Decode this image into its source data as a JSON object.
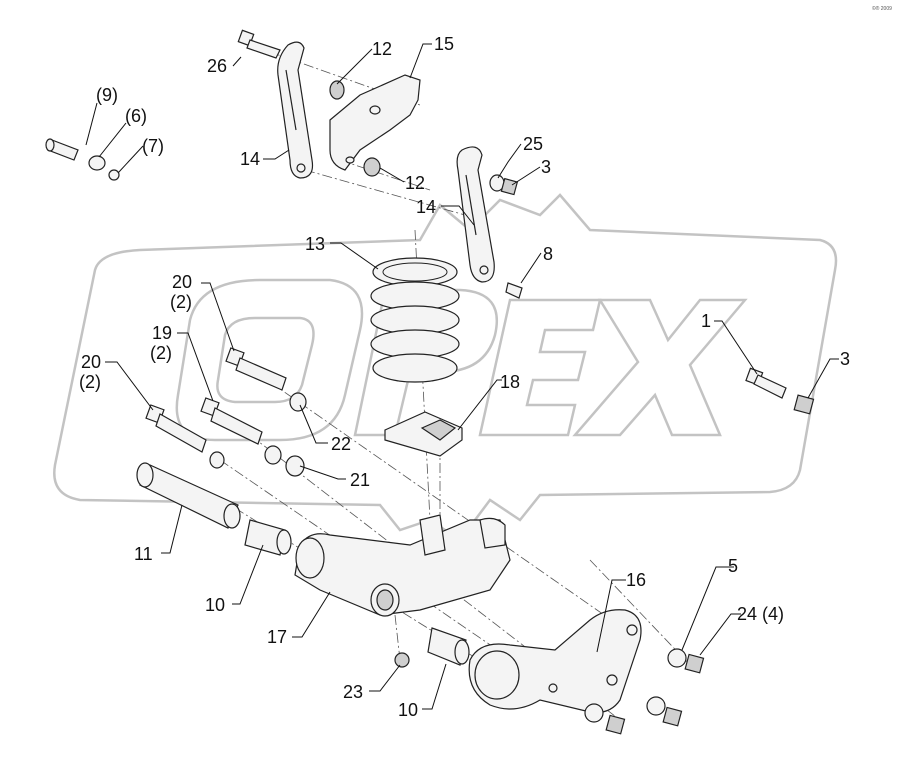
{
  "corner_mark": "©® 2009",
  "watermark": {
    "text": "OPEX",
    "color": "#c8c8c8"
  },
  "labels": {
    "l26": "26",
    "l12a": "12",
    "l15": "15",
    "l9": "(9)",
    "l6": "(6)",
    "l7": "(7)",
    "l14a": "14",
    "l12b": "12",
    "l25": "25",
    "l3a": "3",
    "l14b": "14",
    "l13": "13",
    "l8": "8",
    "l20a": "20",
    "l20a_q": "(2)",
    "l19": "19",
    "l19_q": "(2)",
    "l20b": "20",
    "l20b_q": "(2)",
    "l1": "1",
    "l3b": "3",
    "l18": "18",
    "l22": "22",
    "l21": "21",
    "l11": "11",
    "l10a": "10",
    "l17": "17",
    "l16": "16",
    "l5": "5",
    "l24": "24 (4)",
    "l23": "23",
    "l10b": "10"
  }
}
